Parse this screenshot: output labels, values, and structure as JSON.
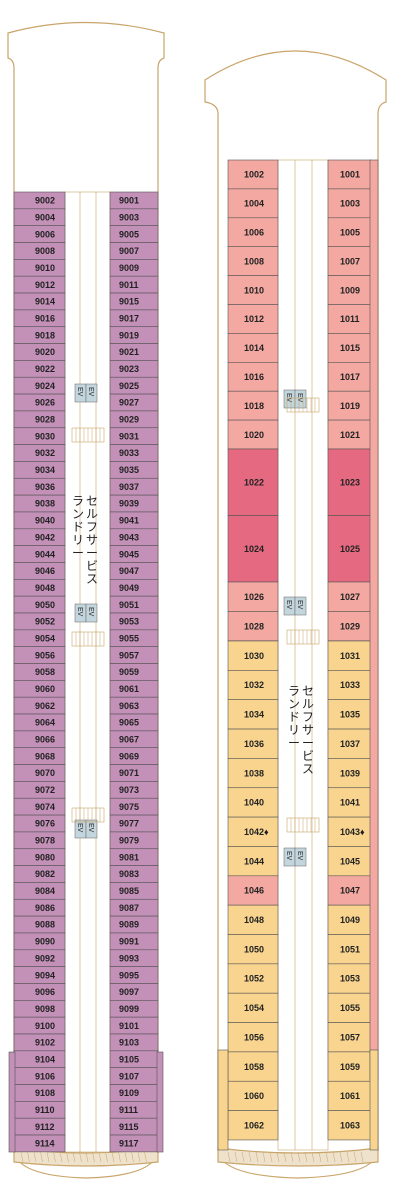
{
  "colors": {
    "deck9_cabin": "#c390b8",
    "deck10_pink": "#f3a8a1",
    "deck10_suite": "#e56a81",
    "deck10_yellow": "#f8d48e",
    "ev": "#c3d5dd",
    "hull_stroke": "#c9a56a",
    "cabin_stroke": "#555555"
  },
  "ev_label": "EV",
  "deck9": {
    "laundry_label": [
      "セルフサービス",
      "ランドリー"
    ],
    "left_cabins": [
      "9002",
      "9004",
      "9006",
      "9008",
      "9010",
      "9012",
      "9014",
      "9016",
      "9018",
      "9020",
      "9022",
      "9024",
      "9026",
      "9028",
      "9030",
      "9032",
      "9034",
      "9036",
      "9038",
      "9040",
      "9042",
      "9044",
      "9046",
      "9048",
      "9050",
      "9052",
      "9054",
      "9056",
      "9058",
      "9060",
      "9062",
      "9064",
      "9066",
      "9068",
      "9070",
      "9072",
      "9074",
      "9076",
      "9078",
      "9080",
      "9082",
      "9084",
      "9086",
      "9088",
      "9090",
      "9092",
      "9094",
      "9096",
      "9098",
      "9100",
      "9102",
      "9104",
      "9106",
      "9108",
      "9110",
      "9112",
      "9114"
    ],
    "right_cabins": [
      "9001",
      "9003",
      "9005",
      "9007",
      "9009",
      "9011",
      "9015",
      "9017",
      "9019",
      "9021",
      "9023",
      "9025",
      "9027",
      "9029",
      "9031",
      "9033",
      "9035",
      "9037",
      "9039",
      "9041",
      "9043",
      "9045",
      "9047",
      "9049",
      "9051",
      "9053",
      "9055",
      "9057",
      "9059",
      "9061",
      "9063",
      "9065",
      "9067",
      "9069",
      "9071",
      "9073",
      "9075",
      "9077",
      "9079",
      "9081",
      "9083",
      "9085",
      "9087",
      "9089",
      "9091",
      "9093",
      "9095",
      "9097",
      "9099",
      "9101",
      "9103",
      "9105",
      "9107",
      "9109",
      "9111",
      "9115",
      "9117"
    ]
  },
  "deck10": {
    "laundry_label": [
      "セルフサービス",
      "ランドリー"
    ],
    "left_cabins": [
      "1002",
      "1004",
      "1006",
      "1008",
      "1010",
      "1012",
      "1014",
      "1016",
      "1018",
      "1020",
      "1022",
      "1024",
      "1026",
      "1028",
      "1030",
      "1032",
      "1034",
      "1036",
      "1038",
      "1040",
      "1042♦",
      "1044",
      "1046",
      "1048",
      "1050",
      "1052",
      "1054",
      "1056",
      "1058",
      "1060",
      "1062"
    ],
    "right_cabins": [
      "1001",
      "1003",
      "1005",
      "1007",
      "1009",
      "1011",
      "1015",
      "1017",
      "1019",
      "1021",
      "1023",
      "1025",
      "1027",
      "1029",
      "1031",
      "1033",
      "1035",
      "1037",
      "1039",
      "1041",
      "1043♦",
      "1045",
      "1047",
      "1049",
      "1051",
      "1053",
      "1055",
      "1057",
      "1059",
      "1061",
      "1063"
    ]
  }
}
